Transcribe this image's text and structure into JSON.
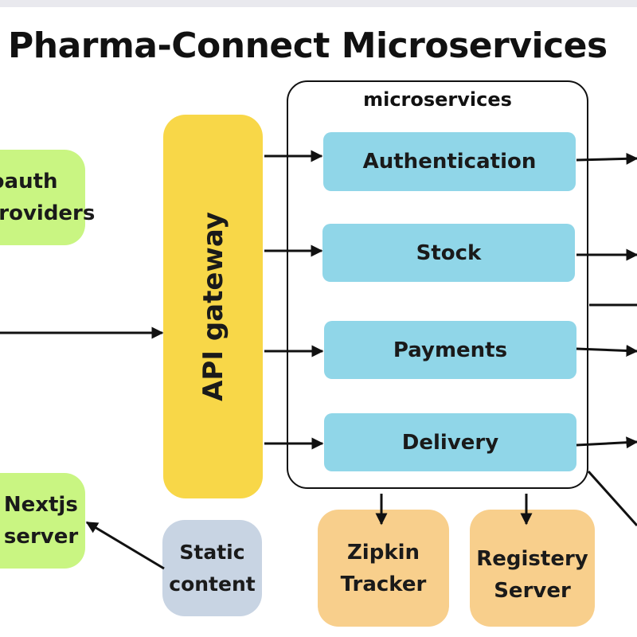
{
  "title": "Pharma-Connect Microservices",
  "container_label": "microservices",
  "nodes": {
    "oauth": [
      "oauth",
      "providers"
    ],
    "nextjs": [
      "Nextjs",
      "server"
    ],
    "gateway": "API gateway",
    "static": [
      "Static",
      "content"
    ],
    "authentication": "Authentication",
    "stock": "Stock",
    "payments": "Payments",
    "delivery": "Delivery",
    "zipkin": [
      "Zipkin",
      "Tracker"
    ],
    "registry": [
      "Registery",
      "Server"
    ]
  },
  "colors": {
    "client_green": "#c9f582",
    "gateway_yellow": "#f8d748",
    "service_blue": "#90d6e8",
    "infra_orange": "#f8cf8c",
    "static_gray": "#c8d4e3"
  }
}
